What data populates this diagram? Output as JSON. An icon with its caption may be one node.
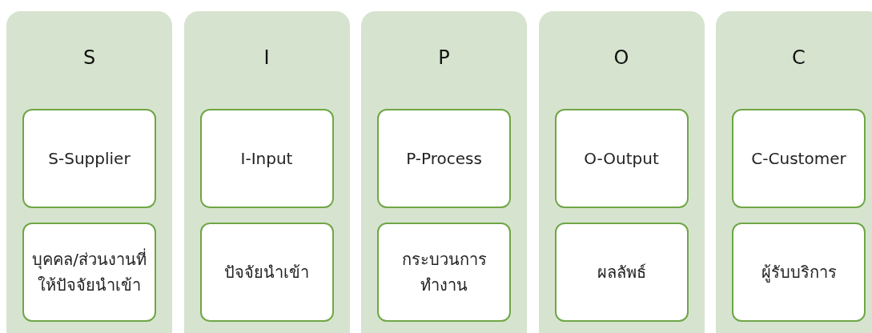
{
  "diagram": {
    "nodes": [
      {
        "text": [
          "S"
        ]
      },
      {
        "text": [
          "S-Supplier"
        ],
        "in": 0
      },
      {
        "text": [
          "บุคคล/ส่วนงานที่ให้ปัจจัยนำเข้า"
        ],
        "in": 0
      },
      {
        "text": [
          "I"
        ]
      },
      {
        "text": [
          "I-Input"
        ],
        "in": 3
      },
      {
        "text": [
          "ปัจจัยนำเข้า"
        ],
        "in": 3
      },
      {
        "text": [
          "P"
        ]
      },
      {
        "text": [
          "P-Process"
        ],
        "in": 6
      },
      {
        "text": [
          "กระบวนการทำงาน"
        ],
        "in": 6
      },
      {
        "text": [
          "O"
        ]
      },
      {
        "text": [
          "O-Output"
        ],
        "in": 9
      },
      {
        "text": [
          "ผลลัพธ์"
        ],
        "in": 9
      },
      {
        "text": [
          "C"
        ]
      },
      {
        "text": [
          "C-Customer"
        ],
        "in": 12
      },
      {
        "text": [
          "ผู้รับบริการ"
        ],
        "in": 12
      }
    ]
  }
}
